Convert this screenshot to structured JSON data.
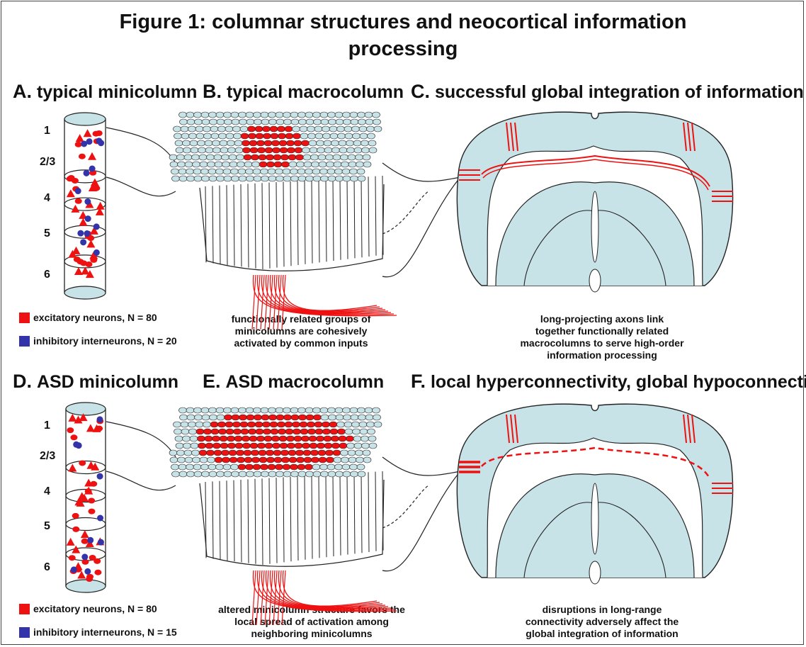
{
  "title_line1": "Figure 1: columnar structures and neocortical information",
  "title_line2": "processing",
  "colors": {
    "background": "#ffffff",
    "tissue": "#c8e3e8",
    "excitatory": "#ee1111",
    "inhibitory": "#3333aa",
    "outline": "#222222"
  },
  "panels": {
    "A": {
      "letter": "A.",
      "label": "typical minicolumn"
    },
    "B": {
      "letter": "B.",
      "label": "typical macrocolumn"
    },
    "C": {
      "letter": "C.",
      "label": "successful global integration of information"
    },
    "D": {
      "letter": "D.",
      "label": "ASD minicolumn"
    },
    "E": {
      "letter": "E.",
      "label": "ASD macrocolumn"
    },
    "F": {
      "letter": "F.",
      "label": "local hyperconnectivity, global hypoconnectivity"
    }
  },
  "layers": [
    "1",
    "2/3",
    "4",
    "5",
    "6"
  ],
  "legend_top": {
    "excitatory": "excitatory neurons, N = 80",
    "inhibitory": "inhibitory interneurons, N = 20"
  },
  "legend_bottom": {
    "excitatory": "excitatory neurons, N = 80",
    "inhibitory": "inhibitory interneurons, N = 15"
  },
  "captions": {
    "B": [
      "functionally related groups of",
      "minicolumns are cohesively",
      "activated by common inputs"
    ],
    "C": [
      "long-projecting axons link",
      "together functionally related",
      "macrocolumns to serve high-order",
      "information processing"
    ],
    "E": [
      "altered minicolumn structure favors the",
      "local spread of activation among",
      "neighboring minicolumns"
    ],
    "F": [
      "disruptions in long-range",
      "connectivity adversely affect the",
      "global integration of information"
    ]
  }
}
